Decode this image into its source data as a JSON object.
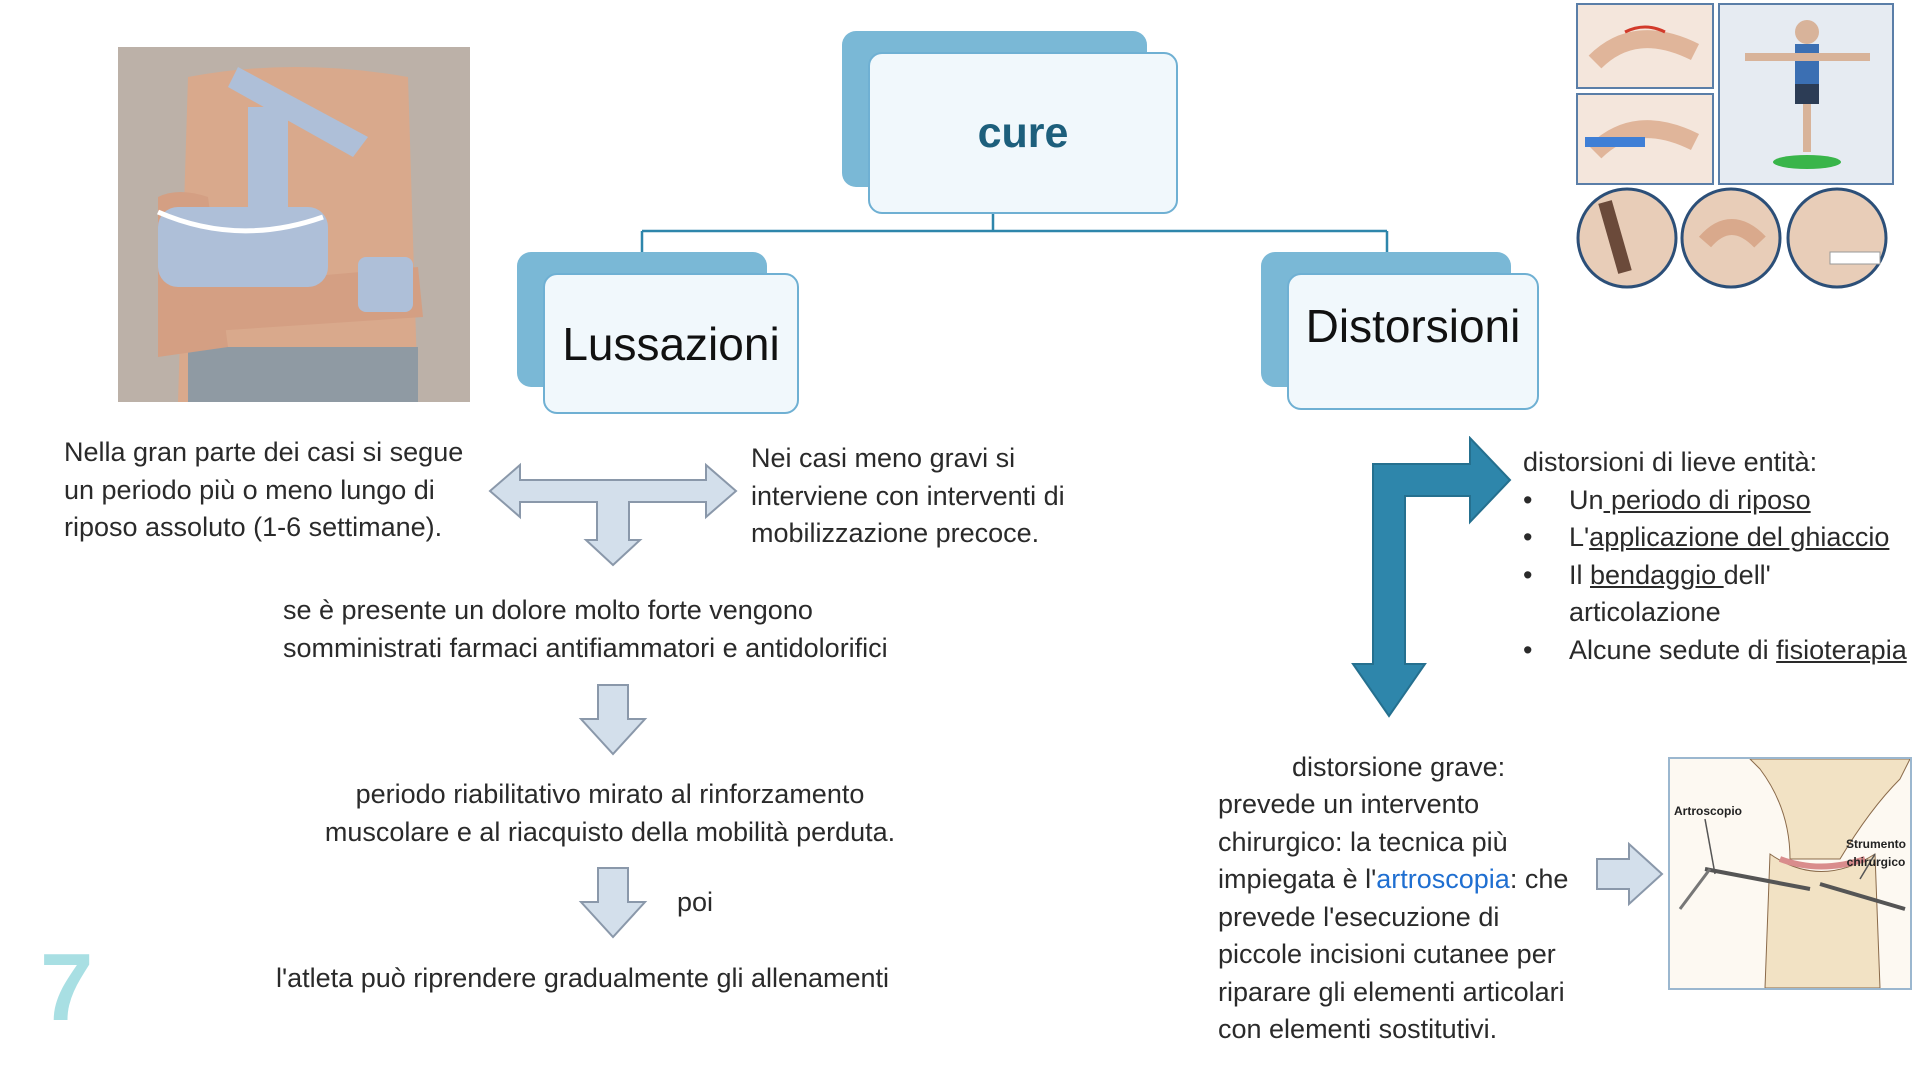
{
  "slide_number": "7",
  "root": {
    "label": "cure"
  },
  "left_branch": {
    "label": "Lussazioni",
    "text_left": "Nella gran parte dei casi si segue un periodo più o meno lungo di riposo assoluto (1-6 settimane).",
    "text_right": "Nei casi meno gravi si interviene con interventi di mobilizzazione precoce.",
    "step1": "se è presente un dolore molto forte vengono somministrati farmaci antifiammatori e antidolorifici",
    "step2": "periodo riabilitativo mirato al rinforzamento muscolare e al riacquisto della mobilità perduta.",
    "poi": "poi",
    "step3": "l'atleta può riprendere gradualmente gli allenamenti"
  },
  "right_branch": {
    "label": "Distorsioni",
    "mild_title": "distorsioni di lieve entità:",
    "mild_items": [
      {
        "pre": "Un",
        "u": " periodo di riposo",
        "post": ""
      },
      {
        "pre": "L'",
        "u": "applicazione del ghiaccio",
        "post": ""
      },
      {
        "pre": "Il ",
        "u": "bendaggio ",
        "post": "dell' articolazione"
      },
      {
        "pre": "Alcune sedute di ",
        "u": "fisioterapia",
        "post": ""
      }
    ],
    "severe_title": "distorsione grave:",
    "severe_text_1": "prevede un intervento chirurgico: la tecnica più impiegata è l'",
    "severe_link": "artroscopia",
    "severe_text_2": ": che prevede l'esecuzione di piccole incisioni cutanee per riparare gli elementi articolari con elementi sostitutivi."
  },
  "diagram_labels": {
    "artroscopio": "Artroscopio",
    "strumento_1": "Strumento",
    "strumento_2": "chirurgico"
  },
  "colors": {
    "box_back": "#7ab8d6",
    "box_border": "#6fb0d3",
    "arrow_light": "#d3dfeb",
    "arrow_outline": "#8a98aa",
    "arrow_dark": "#2e86ab",
    "slide_number": "#a8dfe3",
    "link": "#1f6fd1"
  }
}
